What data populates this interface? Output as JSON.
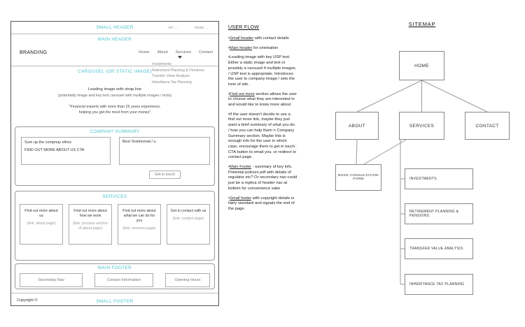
{
  "colors": {
    "accent": "#45c0cd"
  },
  "wireframe": {
    "small_header": {
      "label": "SMALL HEADER",
      "tel": "tel: ...",
      "email": "email: ..."
    },
    "main_header": {
      "label": "MAIN HEADER",
      "branding": "BRANDING",
      "nav": [
        "Home",
        "About",
        "Services",
        "Contact"
      ],
      "dropdown": [
        "Investments",
        "Retirement Planning & Pensions",
        "Transfer Value Analysis",
        "Inheritance Tax Planning"
      ]
    },
    "carousel": {
      "label": "CAROUSEL (OR STATIC IMAGE)",
      "line1": "Leading image with strap line",
      "line2": "(potentially image and key text carousel with multiple images / texts)",
      "quote1": "\"Financial experts with more than 25 years experience,",
      "quote2": "helping you get the most from your money\""
    },
    "company_summary": {
      "label": "COMPANY SUMMARY",
      "ethos1": "Sum up the compnay ethos",
      "ethos2": "FIND OUT MORE ABOUT US CTA",
      "testimonial": "Best Testimonial / s.",
      "cta": "Get in touch"
    },
    "services": {
      "label": "SERVICES",
      "cards": [
        {
          "text": "Find out more about us",
          "link": "(link: about page)"
        },
        {
          "text": "Find out more about how we work",
          "link": "(link: process section of about page)"
        },
        {
          "text": "Find out more about what we can do for you",
          "link": "(link: services page)"
        },
        {
          "text": "Get in contact with us",
          "link": "(link: contact page)"
        }
      ]
    },
    "main_footer": {
      "label": "MAIN FOOTER",
      "boxes": [
        "Secondary Nav",
        "Contact Information",
        "Opening Hours"
      ]
    },
    "small_footer": {
      "label": "SMALL FOOTER",
      "copyright": "Copyright ©"
    }
  },
  "user_flow": {
    "title": "USER FLOW",
    "bullets": [
      {
        "lead": "Small header",
        "rest": " with contact details"
      },
      {
        "lead": "Main header",
        "rest": " for orientation"
      },
      {
        "lead": "",
        "rest": "Leading image with key USP text. Either a static image and text or possibly a carousel if multiple images. / USP text is appropriate. Introduces the user to company image / sets the tone of site."
      },
      {
        "lead": "Find out more",
        "rest": " section allows the user to choose what they are interested in and would like to know more about"
      },
      {
        "lead": "",
        "rest": "If the user doesn't decide to use a find out more link, maybe they just want a brief summary of what you do. / how you can help them = Company Summary section. Maybe this is enough info for the user in which case, encourage them to get in touch. CTA button to email you, or redirect to contact page."
      },
      {
        "lead": "Main Footer",
        "rest": " - summary of key info. Potential policies pdf with details of regulator etc? Or secondary nav could just be a replica of header nav at bottom for convenience sake"
      },
      {
        "lead": "Small footer",
        "rest": " with copyright details is fairly standard and signals the end of the page."
      }
    ]
  },
  "sitemap": {
    "title": "SITEMAP",
    "nodes": {
      "home": "HOME",
      "about": "ABOUT",
      "services": "SERVICES",
      "contact": "CONTACT",
      "book": "BOOK CONSULTATION FORM"
    },
    "sub": [
      "INVESTMENTS",
      "RETIREMENT PLANNING & PENSIONS",
      "TRANSFER VALUE ANALYSIS",
      "INHERITANCE TAX PLANNING"
    ]
  }
}
